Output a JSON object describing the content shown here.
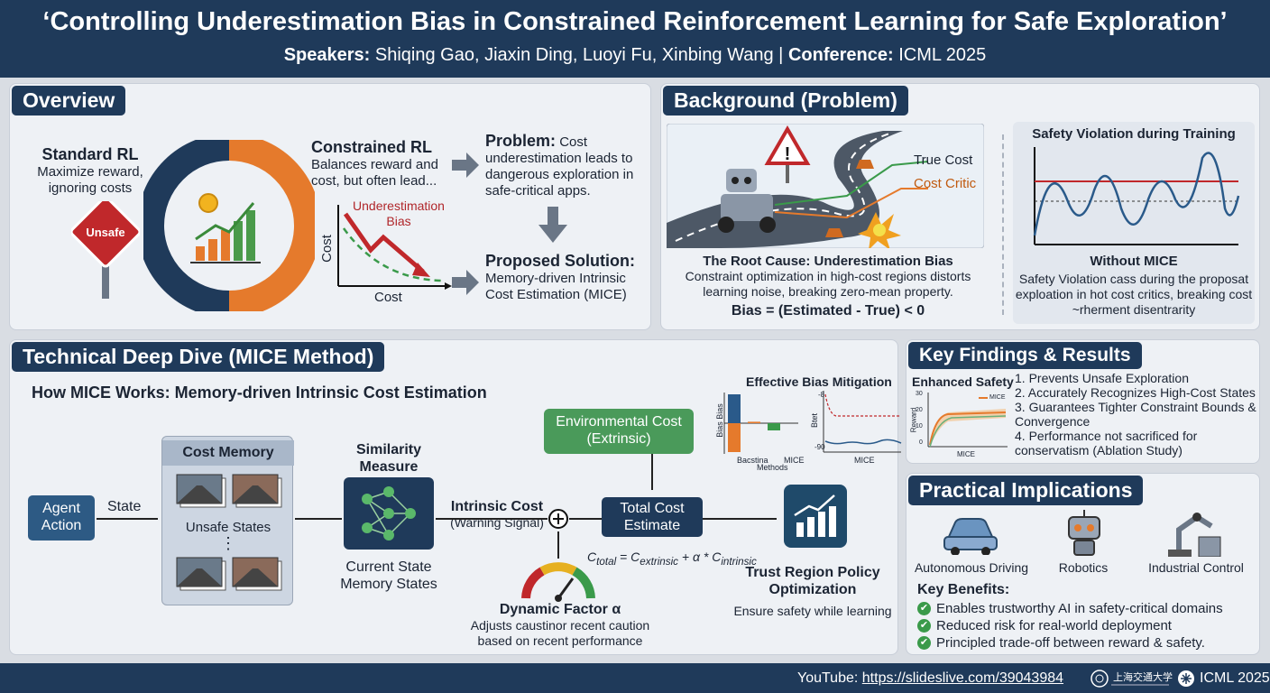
{
  "header": {
    "title": "‘Controlling Underestimation Bias in Constrained Reinforcement Learning for Safe Exploration’",
    "speakers_label": "Speakers:",
    "speakers": "Shiqing Gao, Jiaxin Ding, Luoyi Fu, Xinbing Wang |",
    "conference_label": "Conference:",
    "conference": "ICML 2025"
  },
  "overview": {
    "title": "Overview",
    "standard_rl": {
      "title": "Standard RL",
      "desc": "Maximize reward, ignoring costs"
    },
    "unsafe_sign": "Unsafe",
    "constrained_rl": {
      "title": "Constrained RL",
      "desc": "Balances reward and cost, but often lead..."
    },
    "chart": {
      "bias_label": "Underestimation Bias",
      "ylabel": "Cost",
      "xlabel": "Cost"
    },
    "problem": {
      "title": "Problem:",
      "desc": "Cost underestimation leads to dangerous exploration in safe-critical apps."
    },
    "solution": {
      "title": "Proposed Solution:",
      "desc": "Memory-driven Intrinsic Cost Estimation (MICE)"
    }
  },
  "background": {
    "title": "Background (Problem)",
    "legend_true": "True Cost",
    "legend_critic": "Cost Critic",
    "root_title": "The Root Cause: Underestimation Bias",
    "root_desc": "Constraint optimization in high-cost regions distorts learning noise, breaking zero-mean property.",
    "formula": "Bias = (Estimated - True) < 0",
    "chart_title": "Safety Violation during Training",
    "chart_sub": "Without MICE",
    "chart_desc": "Safety Violation cass during the proposat exploation in hot cost critics, breaking cost ~rherment disentrarity"
  },
  "deep": {
    "title": "Technical Deep Dive (MICE Method)",
    "subtitle": "How MICE Works: Memory-driven Intrinsic Cost Estimation",
    "agent": "Agent Action",
    "state": "State",
    "memory_title": "Cost Memory",
    "unsafe_states": "Unsafe States",
    "dots": "⋮",
    "similarity": "Similarity Measure",
    "current_state": "Current State",
    "memory_states": "Memory States",
    "intrinsic": "Intrinsic Cost",
    "warning": "(Warning Signal)",
    "env_cost": "Environmental Cost (Extrinsic)",
    "total_cost": "Total Cost Estimate",
    "dynamic_title": "Dynamic Factor α",
    "dynamic_desc": "Adjusts caustinor recent caution based on recent performance",
    "trust_title": "Trust Region Policy Optimization",
    "trust_desc": "Ensure safety while learning",
    "ebm_title": "Effective Bias Mitigation",
    "ebm_ylabel": "Bias Bias",
    "ebm_xlabel": "Methods",
    "ebm_x1": "Bacstina",
    "ebm_x2": "MICE",
    "ebm2_ylabel": "Btet",
    "ebm2_xlabel": "MICE",
    "ebm2_t1": "-8",
    "ebm2_t2": "-90",
    "formula_c": "C",
    "formula_total": "total",
    "formula_eq": " = ",
    "formula_ext": "extrinsic",
    "formula_plus": " + α * ",
    "formula_int": "intrinsic"
  },
  "findings": {
    "title": "Key Findings & Results",
    "chart_title": "Enhanced Safety",
    "chart_ylabel": "Reward",
    "chart_xlabel": "MICE",
    "legend": "MICE",
    "ticks": [
      "30",
      "20",
      "10",
      "0"
    ],
    "items": [
      "1. Prevents Unsafe Exploration",
      "2. Accurately Recognizes High-Cost States",
      "3. Guarantees Tighter Constraint Bounds & Convergence",
      "4. Performance not sacrificed for conservatism (Ablation Study)"
    ]
  },
  "practical": {
    "title": "Practical Implications",
    "apps": [
      "Autonomous Driving",
      "Robotics",
      "Industrial Control"
    ],
    "benefits_title": "Key Benefits:",
    "benefits": [
      "Enables trustworthy AI in safety-critical domains",
      "Reduced risk for real-world deployment",
      "Principled trade-off between reward & safety."
    ]
  },
  "footer": {
    "youtube_label": "YouTube:",
    "url": "https://slideslive.com/39043984",
    "icml": "ICML 2025"
  },
  "chart_data": {
    "type": "bar",
    "title": "Effective Bias Mitigation",
    "xlabel": "Methods",
    "ylabel": "Bias Bias",
    "categories": [
      "Bacstina",
      "",
      "MICE"
    ],
    "values": [
      1.0,
      -1.0,
      0.05,
      -0.25
    ]
  }
}
